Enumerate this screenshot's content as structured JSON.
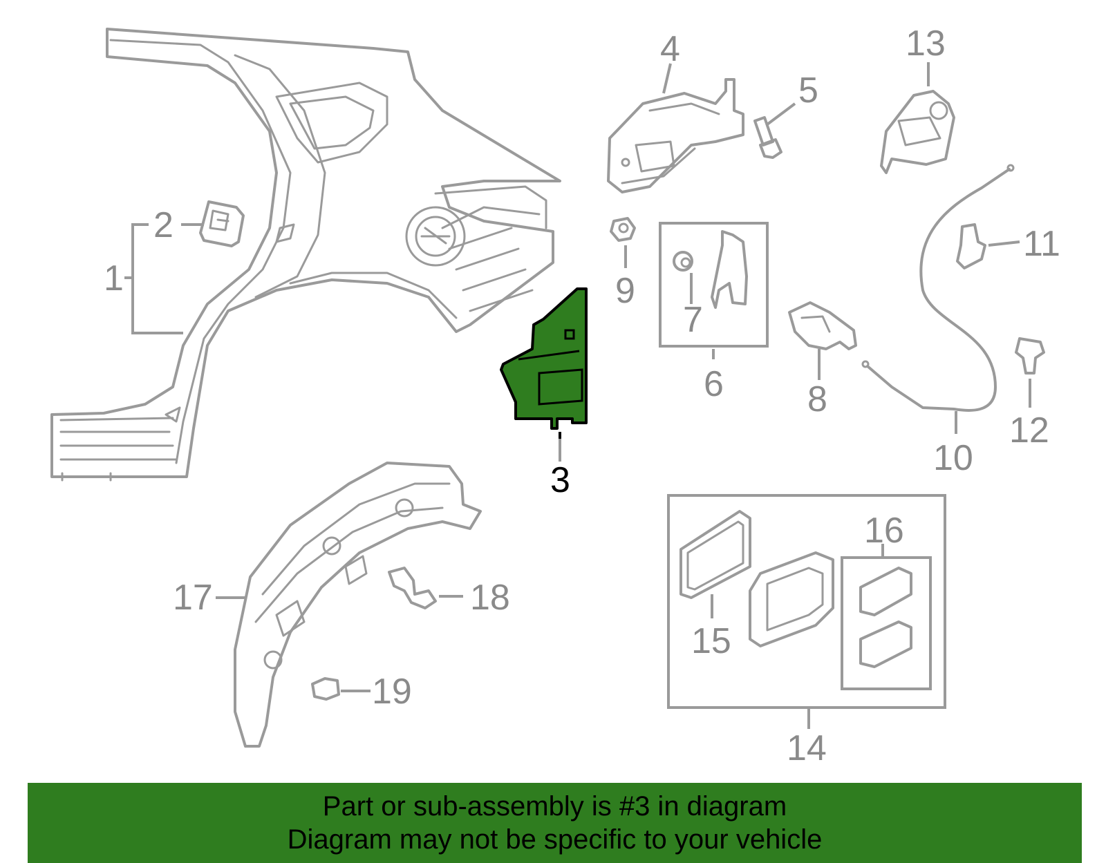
{
  "colors": {
    "highlight": "#2f7d1f",
    "outline": "#9a9a9a",
    "callout_text": "#8a8a8a",
    "banner_bg": "#2f7d1f"
  },
  "selected_callout": "3",
  "callouts": [
    "1",
    "2",
    "3",
    "4",
    "5",
    "6",
    "7",
    "8",
    "9",
    "10",
    "11",
    "12",
    "13",
    "14",
    "15",
    "16",
    "17",
    "18",
    "19"
  ],
  "banner": {
    "line1": "Part or sub-assembly is #3 in diagram",
    "line2": "Diagram may not be specific to your vehicle"
  }
}
